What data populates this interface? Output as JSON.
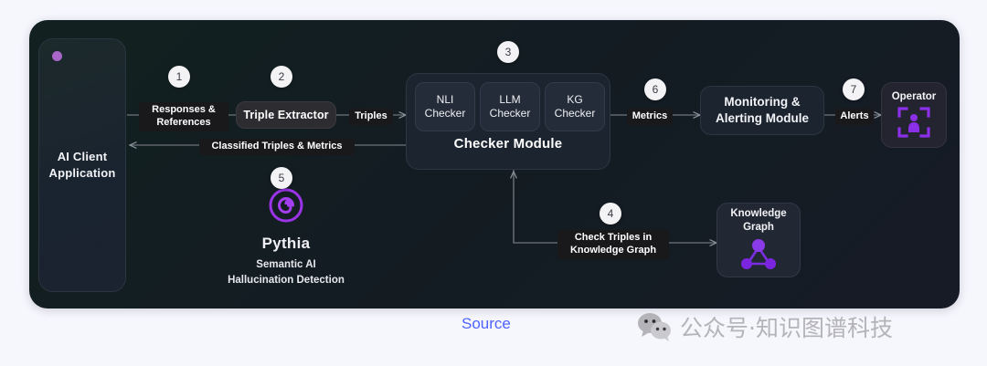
{
  "diagram": {
    "client": {
      "label": "AI Client\nApplication"
    },
    "triple_extractor": {
      "label": "Triple Extractor"
    },
    "checker_module": {
      "title": "Checker Module",
      "checkers": [
        {
          "label": "NLI\nChecker"
        },
        {
          "label": "LLM\nChecker"
        },
        {
          "label": "KG\nChecker"
        }
      ]
    },
    "monitoring": {
      "label": "Monitoring &\nAlerting Module"
    },
    "operator": {
      "label": "Operator"
    },
    "knowledge_graph": {
      "label": "Knowledge\nGraph"
    },
    "pythia": {
      "name": "Pythia",
      "tagline": "Semantic AI\nHallucination Detection"
    },
    "edge_labels": {
      "responses_references": "Responses &\nReferences",
      "triples": "Triples",
      "classified": "Classified Triples & Metrics",
      "check_triples": "Check Triples in\nKnowledge Graph",
      "metrics": "Metrics",
      "alerts": "Alerts"
    },
    "steps": [
      "1",
      "2",
      "3",
      "4",
      "5",
      "6",
      "7"
    ],
    "colors": {
      "panel_bg": "#131c22",
      "page_bg": "#f6f6fd",
      "accent_purple": "#8b2fe8",
      "client_dot": "#a866c8",
      "source_link": "#4d63ff",
      "watermark": "#b3b3b8"
    }
  },
  "footer": {
    "source_label": "Source",
    "watermark_text": "公众号·知识图谱科技",
    "watermark_icon": "wechat-icon"
  }
}
